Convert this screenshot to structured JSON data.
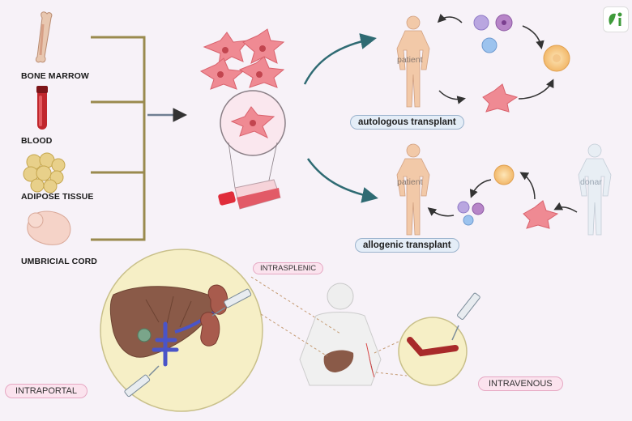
{
  "sources": [
    {
      "label": "BONE MARROW",
      "icon": "bone-icon"
    },
    {
      "label": "BLOOD",
      "icon": "blood-tube-icon"
    },
    {
      "label": "ADIPOSE TISSUE",
      "icon": "fat-cells-icon"
    },
    {
      "label": "UMBRICIAL CORD",
      "icon": "fetus-icon"
    }
  ],
  "transplants": {
    "autologous": {
      "title": "autologous transplant",
      "person": "patient"
    },
    "allogenic": {
      "title": "allogenic transplant",
      "recipient": "patient",
      "donor": "donar"
    }
  },
  "routes": {
    "intrasplenic": "INTRASPLENIC",
    "intraportal": "INTRAPORTAL",
    "intravenous": "INTRAVENOUS"
  },
  "colors": {
    "msc_pink": "#ef8a93",
    "arrow_teal": "#2f6b73",
    "bracket": "#9a8a4e",
    "pill_blue": "#e4edf7",
    "pill_pink": "#fbe3ee",
    "liver": "#8a5a48",
    "vein_blue": "#4a54c8"
  }
}
